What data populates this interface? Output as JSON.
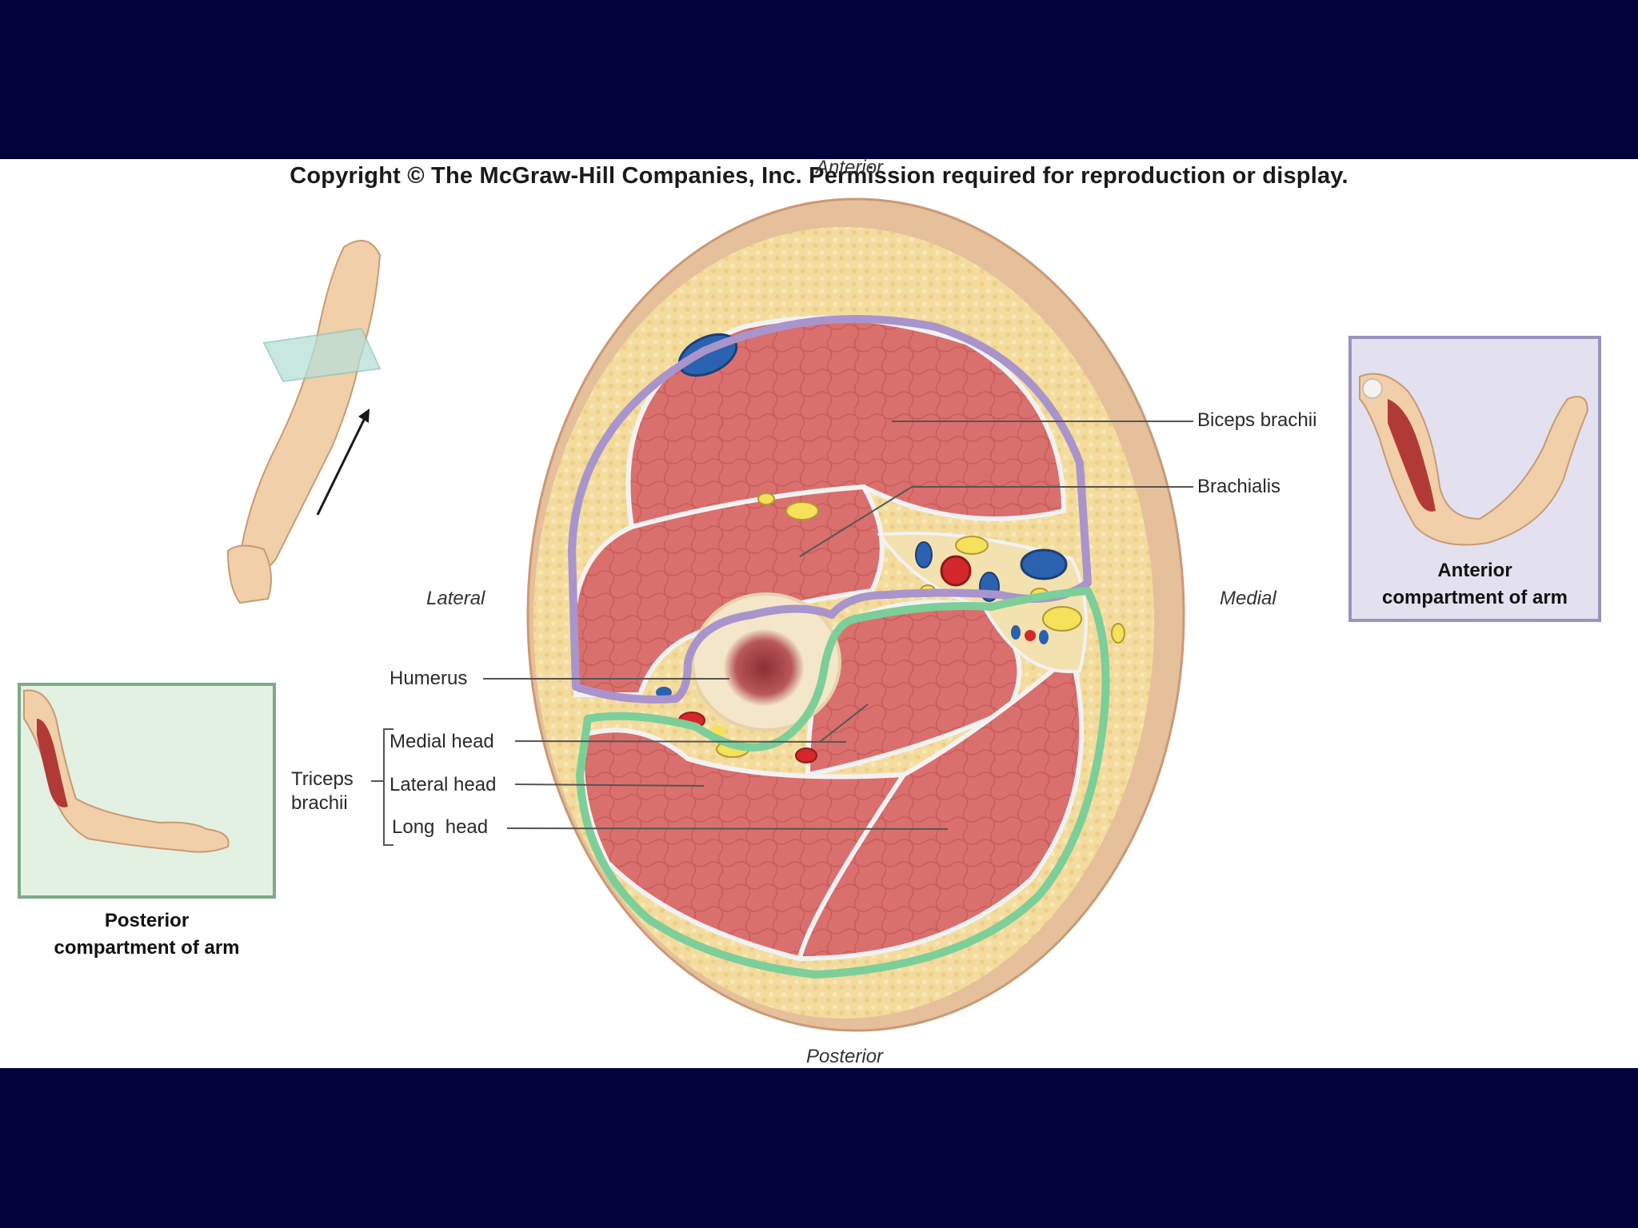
{
  "copyright": "Copyright © The McGraw-Hill Companies, Inc. Permission required for reproduction or display.",
  "orientation": {
    "anterior": "Anterior",
    "posterior": "Posterior",
    "lateral": "Lateral",
    "medial": "Medial"
  },
  "labels": {
    "biceps": "Biceps brachii",
    "brachialis": "Brachialis",
    "humerus": "Humerus",
    "medial_head": "Medial head",
    "lateral_head": "Lateral head",
    "long_head": "Long  head",
    "triceps_line1": "Triceps",
    "triceps_line2": "brachii"
  },
  "insets": {
    "anterior": {
      "line1": "Anterior",
      "line2": "compartment of arm"
    },
    "posterior": {
      "line1": "Posterior",
      "line2": "compartment of arm"
    }
  },
  "colors": {
    "background_band": "#02033a",
    "muscle": "#d9706d",
    "fat": "#f3dc9e",
    "skin": "#e6bf9b",
    "anterior_compartment_outline": "#a995cc",
    "posterior_compartment_outline": "#7ccf98",
    "vein": "#2a62b0",
    "artery": "#d3272b",
    "nerve": "#f5e15a"
  }
}
